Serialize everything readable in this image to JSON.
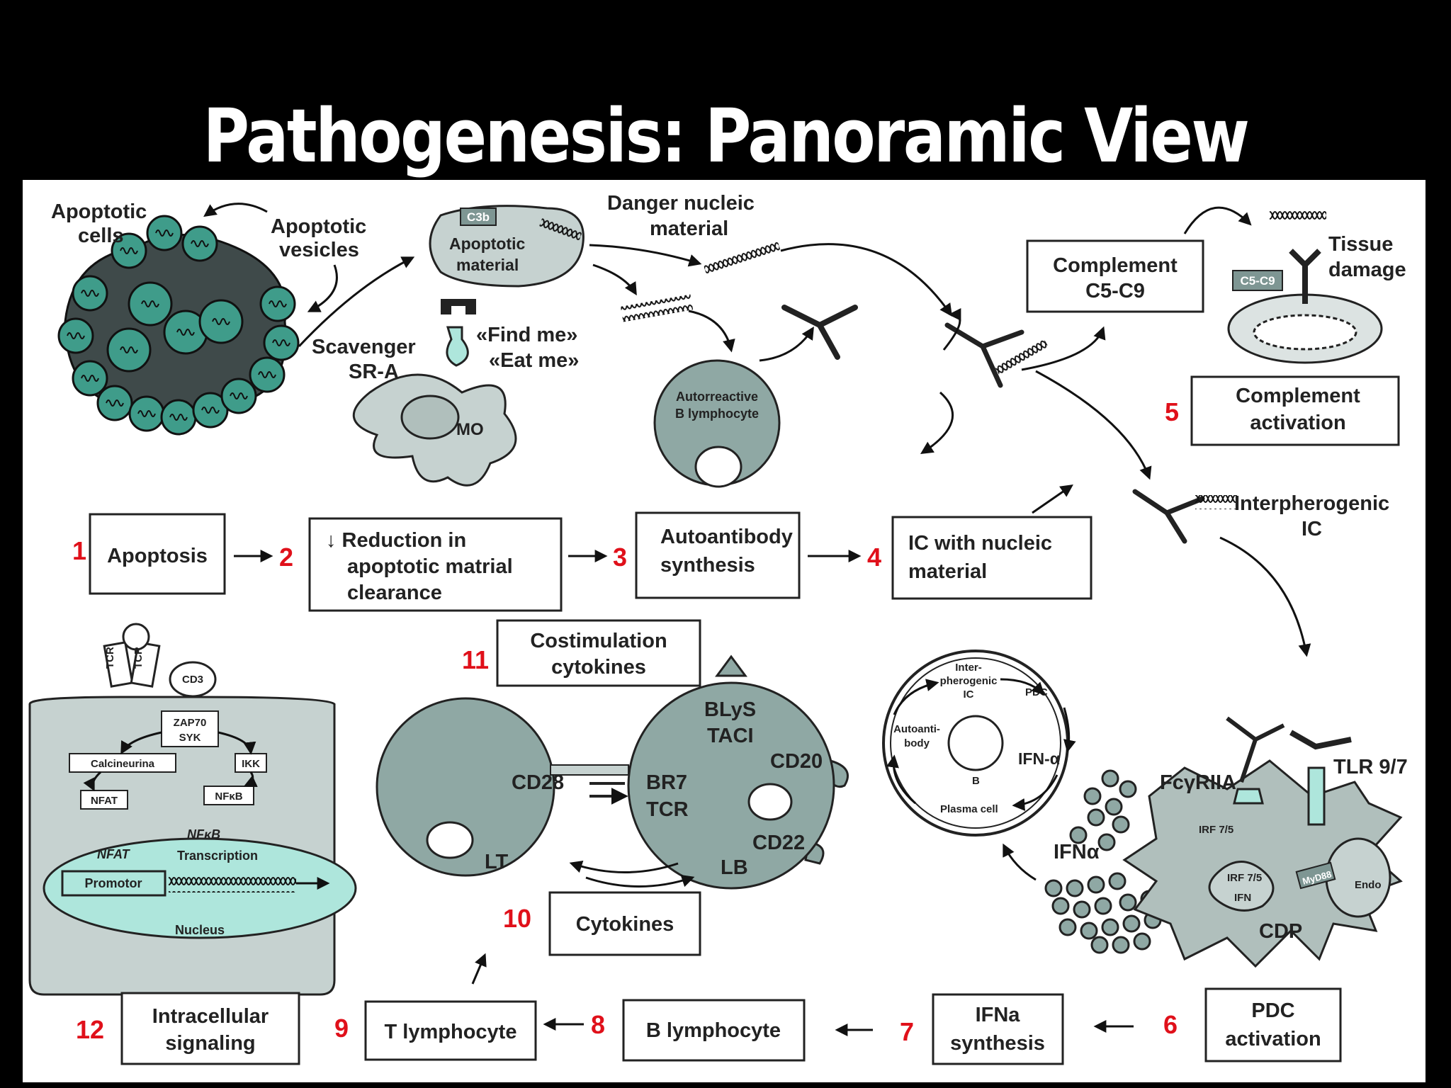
{
  "title": "Pathogenesis: Panoramic View",
  "labels": {
    "apoptotic_cells": [
      "Apoptotic",
      "cells"
    ],
    "apoptotic_vesicles": [
      "Apoptotic",
      "vesicles"
    ],
    "c3b": "C3b",
    "apoptotic_material": [
      "Apoptotic",
      "material"
    ],
    "danger_nucleic": [
      "Danger nucleic",
      "material"
    ],
    "scavenger": [
      "Scavenger",
      "SR-A"
    ],
    "find_me": "«Find me»",
    "eat_me": "«Eat me»",
    "mo": "MO",
    "autoreactive_b": [
      "Autorreactive",
      "B lymphocyte"
    ],
    "complement_c5c9": [
      "Complement",
      "C5-C9"
    ],
    "c5c9_tag": "C5-C9",
    "tissue_damage": [
      "Tissue",
      "damage"
    ],
    "complement_activation": [
      "Complement",
      "activation"
    ],
    "interpherogenic_ic": [
      "Interpherogenic",
      "IC"
    ],
    "tcr": "TCR",
    "cd3": "CD3",
    "zap70": [
      "ZAP70",
      "SYK"
    ],
    "calcineurina": "Calcineurina",
    "ikk": "IKK",
    "nfat": "NFAT",
    "nfkb": "NFκB",
    "nfat_italic": "NFAT",
    "nfkb_italic": "NFκB",
    "transcription": "Transcription",
    "promotor": "Promotor",
    "nucleus": "Nucleus",
    "costimulation": [
      "Costimulation",
      "cytokines"
    ],
    "blys": "BLyS",
    "taci": "TACI",
    "cd20": "CD20",
    "cd28": "CD28",
    "br7": "BR7",
    "tcr_b": "TCR",
    "cd22": "CD22",
    "lt": "LT",
    "lb": "LB",
    "cycle_ic": [
      "Inter-",
      "pherogenic",
      "IC"
    ],
    "cycle_pdc": "PDC",
    "cycle_autoantibody": [
      "Autoanti-",
      "body"
    ],
    "cycle_ifn": "IFN-α",
    "cycle_b": "B",
    "cycle_plasma": "Plasma cell",
    "ifn_alpha": "IFNα",
    "fcgriia": "FcγRIIA",
    "tlr": "TLR 9/7",
    "irf75": "IRF 7/5",
    "irf75_b": "IRF 7/5",
    "ifn_small": "IFN",
    "myd88": "MyD88",
    "endo": "Endo",
    "cdp": "CDP"
  },
  "steps": [
    {
      "num": "1",
      "lines": [
        "Apoptosis"
      ]
    },
    {
      "num": "2",
      "lines": [
        "↓ Reduction in",
        "apoptotic matrial",
        "clearance"
      ]
    },
    {
      "num": "3",
      "lines": [
        "Autoantibody",
        "synthesis"
      ]
    },
    {
      "num": "4",
      "lines": [
        "IC with nucleic",
        "material"
      ]
    },
    {
      "num": "5",
      "lines": [
        "Complement",
        "activation"
      ]
    },
    {
      "num": "6",
      "lines": [
        "PDC",
        "activation"
      ]
    },
    {
      "num": "7",
      "lines": [
        "IFNa",
        "synthesis"
      ]
    },
    {
      "num": "8",
      "lines": [
        "B lymphocyte"
      ]
    },
    {
      "num": "9",
      "lines": [
        "T lymphocyte"
      ]
    },
    {
      "num": "10",
      "lines": [
        "Cytokines"
      ]
    },
    {
      "num": "11",
      "lines": [
        "Costimulation",
        "cytokines"
      ]
    },
    {
      "num": "12",
      "lines": [
        "Intracellular",
        "signaling"
      ]
    }
  ],
  "colors": {
    "step_number": "#e0101a",
    "cell_fill": "#8fa8a4",
    "light_cell_fill": "#c6d2d0",
    "nucleus_fill": "#aee6dc",
    "vesicle_fill": "#3f9c8a"
  }
}
